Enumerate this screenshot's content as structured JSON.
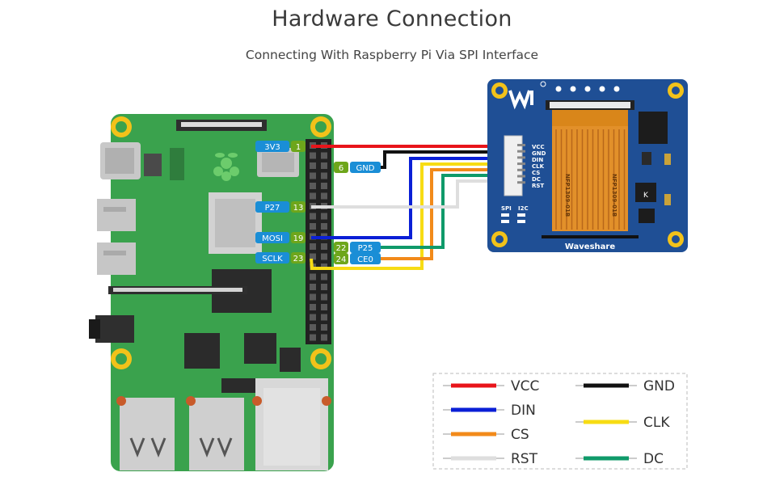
{
  "header": {
    "title": "Hardware Connection",
    "subtitle": "Connecting With Raspberry Pi Via SPI Interface"
  },
  "pi_pins": [
    {
      "label": "3V3",
      "pin": "1",
      "side": "left"
    },
    {
      "label": "GND",
      "pin": "6",
      "side": "right"
    },
    {
      "label": "P27",
      "pin": "13",
      "side": "left"
    },
    {
      "label": "MOSI",
      "pin": "19",
      "side": "left"
    },
    {
      "label": "P25",
      "pin": "22",
      "side": "right"
    },
    {
      "label": "SCLK",
      "pin": "23",
      "side": "left"
    },
    {
      "label": "CE0",
      "pin": "24",
      "side": "right"
    }
  ],
  "module": {
    "brand": "Waveshare",
    "connector_pins": [
      "VCC",
      "GND",
      "DIN",
      "CLK",
      "CS",
      "DC",
      "RST"
    ],
    "flex_label": "NFP1309-01B",
    "mode_labels": [
      "SPI",
      "I2C"
    ]
  },
  "legend": [
    {
      "name": "VCC",
      "color": "#e8141a"
    },
    {
      "name": "GND",
      "color": "#111111"
    },
    {
      "name": "DIN",
      "color": "#0a1fd6"
    },
    {
      "name": "CLK",
      "color": "#f7dc14"
    },
    {
      "name": "CS",
      "color": "#f28a1a"
    },
    {
      "name": "RST",
      "color": "#dedede"
    },
    {
      "name": "DC",
      "color": "#0f9a6a"
    }
  ],
  "colors": {
    "pcb": "#3aa24d",
    "module_pcb": "#1f4f95",
    "label_blue": "#1a8ed6",
    "label_green": "#6ea61b"
  }
}
